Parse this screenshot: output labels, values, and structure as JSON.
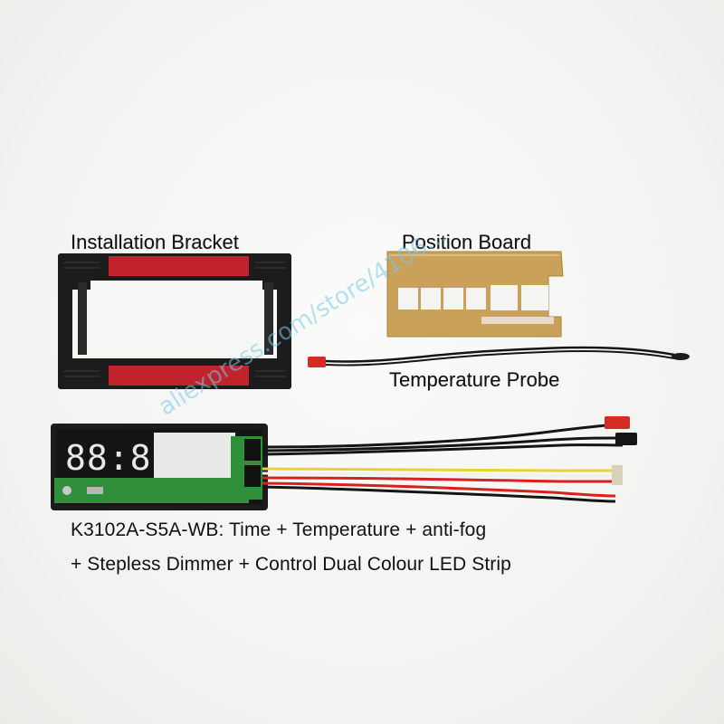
{
  "labels": {
    "installation_bracket": "Installation Bracket",
    "position_board": "Position Board",
    "temperature_probe": "Temperature Probe"
  },
  "caption": {
    "line1": "K3102A-S5A-WB:   Time + Temperature + anti-fog",
    "line2": "+ Stepless Dimmer + Control Dual Colour LED Strip"
  },
  "watermark": "aliexpress.com/store/4106...",
  "display_digits": "88:88",
  "colors": {
    "bracket": "#1b1b1b",
    "bracket_strip": "#c0232c",
    "position_board": "#c9a15a",
    "pcb": "#2f8f3a",
    "wire_red": "#d82020",
    "wire_yellow": "#e8d23a",
    "wire_black": "#151515"
  }
}
